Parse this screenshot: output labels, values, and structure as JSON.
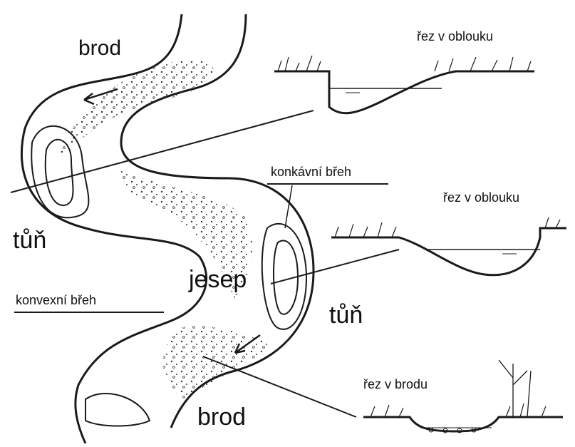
{
  "labels": {
    "brod_top": "brod",
    "brod_bottom": "brod",
    "tun_left": "tůň",
    "tun_right": "tůň",
    "jesep": "jesep",
    "konkavni_breh": "konkávní břeh",
    "konvexni_breh": "konvexní břeh",
    "rez_oblouk_1": "řez v oblouku",
    "rez_oblouk_2": "řez v oblouku",
    "rez_brod": "řez v brodu"
  },
  "colors": {
    "ink": "#1a1a1a",
    "background": "#ffffff"
  }
}
